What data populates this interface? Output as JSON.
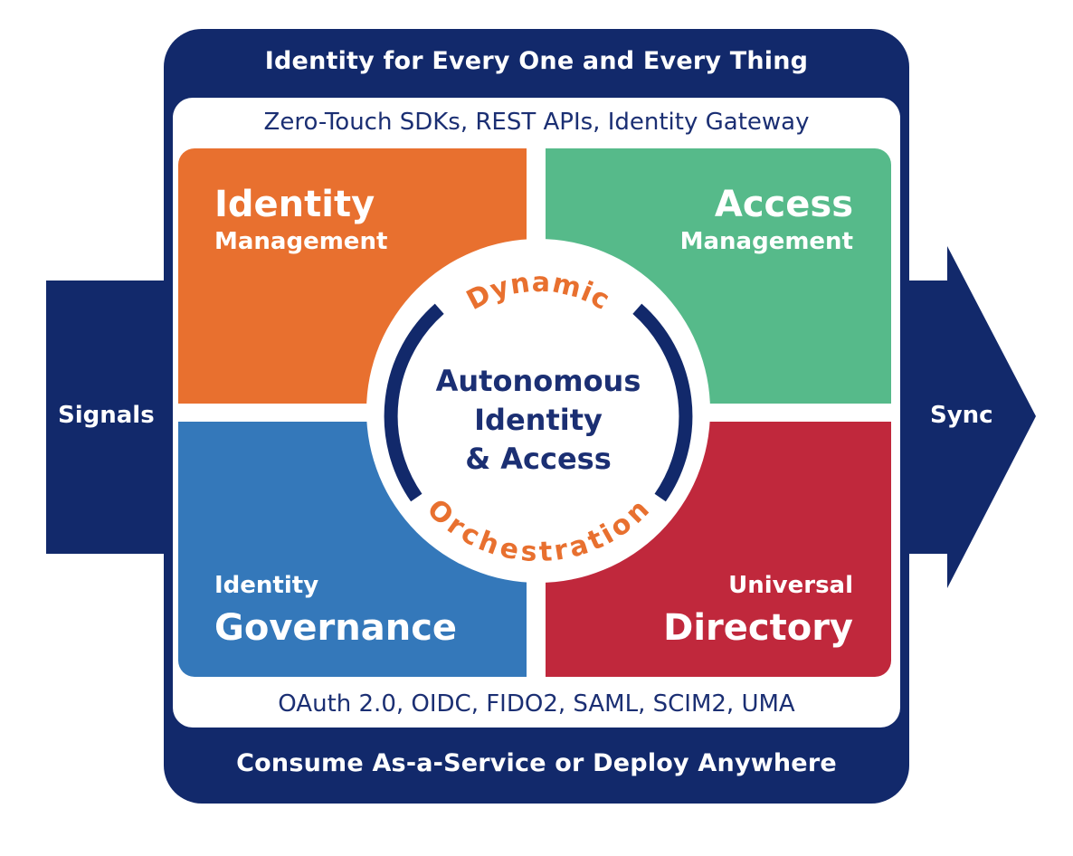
{
  "top_banner": "Identity for Every One and Every Thing",
  "bottom_banner": "Consume As-a-Service or Deploy Anywhere",
  "top_protocols": "Zero-Touch SDKs, REST APIs, Identity Gateway",
  "bottom_protocols": "OAuth 2.0, OIDC, FIDO2, SAML, SCIM2, UMA",
  "left_arrow_label": "Signals",
  "right_arrow_label": "Sync",
  "quadrants": {
    "identity_management": {
      "line1": "Identity",
      "line2": "Management"
    },
    "access_management": {
      "line1": "Access",
      "line2": "Management"
    },
    "identity_governance": {
      "line1": "Identity",
      "line2": "Governance"
    },
    "universal_directory": {
      "line1": "Universal",
      "line2": "Directory"
    }
  },
  "center": {
    "line1": "Autonomous",
    "line2": "Identity",
    "line3": "& Access",
    "arc_top": "Dynamic",
    "arc_bottom": "Orchestration"
  },
  "colors": {
    "navy": "#12296b",
    "text_navy": "#1b2f73",
    "orange": "#e8702f",
    "green": "#56ba8a",
    "blue": "#3478ba",
    "red": "#c0283c"
  }
}
